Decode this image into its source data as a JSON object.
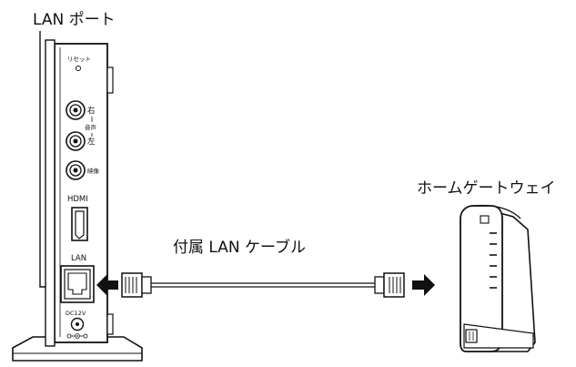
{
  "labels": {
    "lan_port": "LAN ポート",
    "cable": "付属 LAN ケーブル",
    "gateway": "ホームゲートウェイ"
  },
  "device": {
    "reset": "リセット",
    "right": "右",
    "audio": "音声",
    "left": "左",
    "video": "映像",
    "hdmi": "HDMI",
    "lan": "LAN",
    "dc": "DC12V"
  }
}
